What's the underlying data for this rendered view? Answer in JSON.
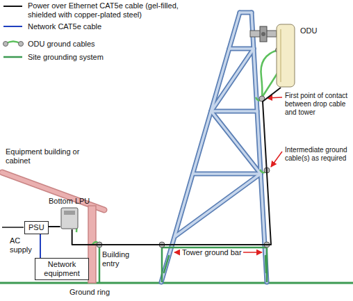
{
  "diagram": {
    "nodes": [
      {
        "text": [
          "ODU"
        ]
      },
      {
        "text": [
          "Bottom LPU"
        ]
      },
      {
        "text": [
          "PSU"
        ]
      },
      {
        "text": [
          "Network equipment"
        ]
      }
    ],
    "edges": [
      {
        "from": 2,
        "to": 1,
        "arrow": "none"
      },
      {
        "from": 2,
        "to": 3,
        "arrow": "none"
      },
      {
        "from": 1,
        "to": 0,
        "arrow": "none"
      }
    ],
    "labels": [
      "Equipment building or cabinet",
      "AC supply",
      "Building entry",
      "Tower ground bar",
      "Ground ring",
      "First point of contact between drop cable and tower",
      "Intermediate ground cable(s) as required"
    ],
    "legend": [
      {
        "text": "Power over Ethernet CAT5e cable (gel-filled, shielded with copper-plated steel)"
      },
      {
        "text": "Network CAT5e cable"
      },
      {
        "text": "ODU ground cables"
      },
      {
        "text": "Site grounding system"
      }
    ]
  }
}
